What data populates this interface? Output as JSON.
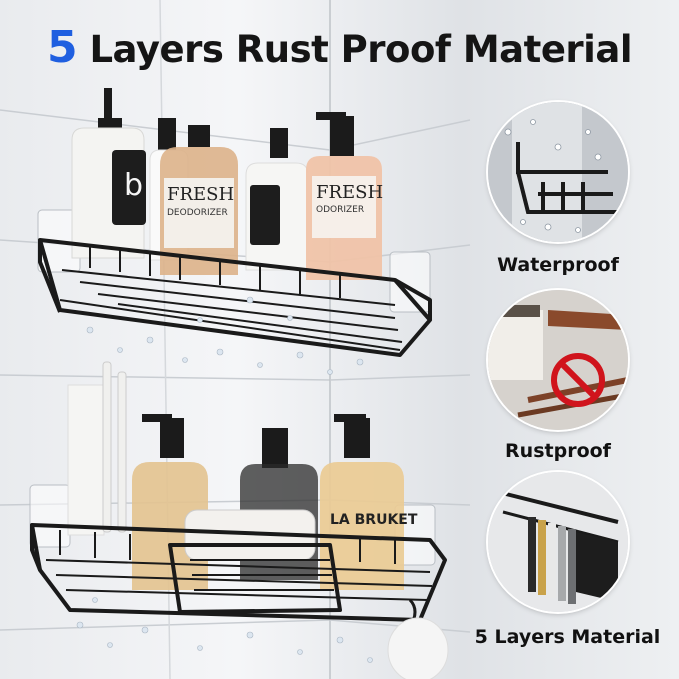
{
  "headline": {
    "number": "5",
    "text": "Layers Rust Proof Material"
  },
  "colors": {
    "accent": "#1f5fe0",
    "shelf_metal": "#1a1a1a",
    "background": "#f2f3f5"
  },
  "features": [
    {
      "label": "Waterproof",
      "icon": "water-droplets"
    },
    {
      "label": "Rustproof",
      "icon": "no-rust-sign"
    },
    {
      "label": "5 Layers Material",
      "icon": "layered-metal"
    }
  ],
  "bottles": {
    "top_left_label_letter": "b",
    "top_center_label": "FRESH",
    "top_center_sub": "DEODORIZER",
    "top_right_label": "FRESH",
    "top_right_sub": "ODORIZER",
    "bottom_right_label": "LA BRUKET"
  }
}
